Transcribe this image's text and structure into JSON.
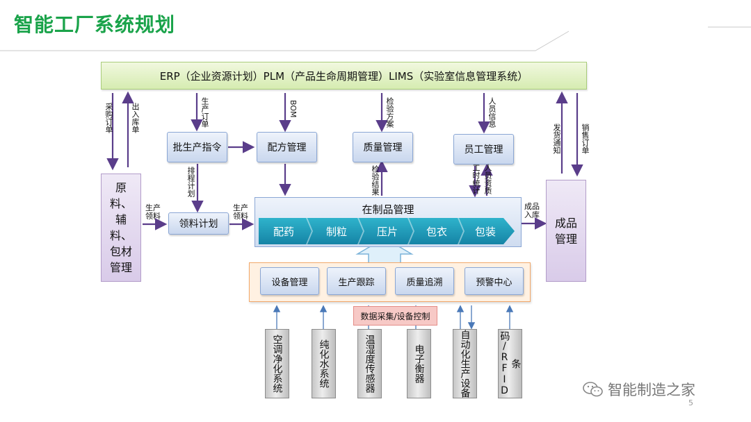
{
  "title": "智能工厂系统规划",
  "top_bar": "ERP（企业资源计划）PLM（产品生命周期管理）LIMS（实验室信息管理系统）",
  "raw_material": "原料、辅料、包材管理",
  "finished_goods": "成品管理",
  "batch_order": "批生产指令",
  "recipe": "配方管理",
  "quality": "质量管理",
  "staff": "员工管理",
  "material_plan": "领料计划",
  "wip": {
    "title": "在制品管理",
    "steps": [
      "配药",
      "制粒",
      "压片",
      "包衣",
      "包装"
    ]
  },
  "mes_modules": [
    "设备管理",
    "生产跟踪",
    "质量追溯",
    "预警中心"
  ],
  "data_collection": "数据采集/设备控制",
  "devices": [
    "空调净化系统",
    "纯化水系统",
    "温湿度传感器",
    "电子衡器",
    "自动化生产设备",
    "条码/RFID"
  ],
  "labels": {
    "purchase_order": "采购订单",
    "inout_slip": "出入库单",
    "production_order": "生产订单",
    "bom": "BOM",
    "inspection_plan": "检验方案",
    "personnel_info": "人员信息",
    "shipping_notice": "发货通知",
    "sales_order": "销售订单",
    "scheduling_plan": "排程计划",
    "production_picking_1": "生产领料",
    "production_picking_2": "生产领料",
    "inspection_result": "检验结果",
    "work_hours": "工时统计",
    "personnel_qualification": "人员资质",
    "finished_storage": "成品入库"
  },
  "watermark": "智能制造之家",
  "page_number": "5",
  "colors": {
    "title_green": "#1aa34a",
    "arrow_purple": "#5a3d8a",
    "arrow_blue": "#4a79b8",
    "step_teal": "#1d9cbd"
  }
}
